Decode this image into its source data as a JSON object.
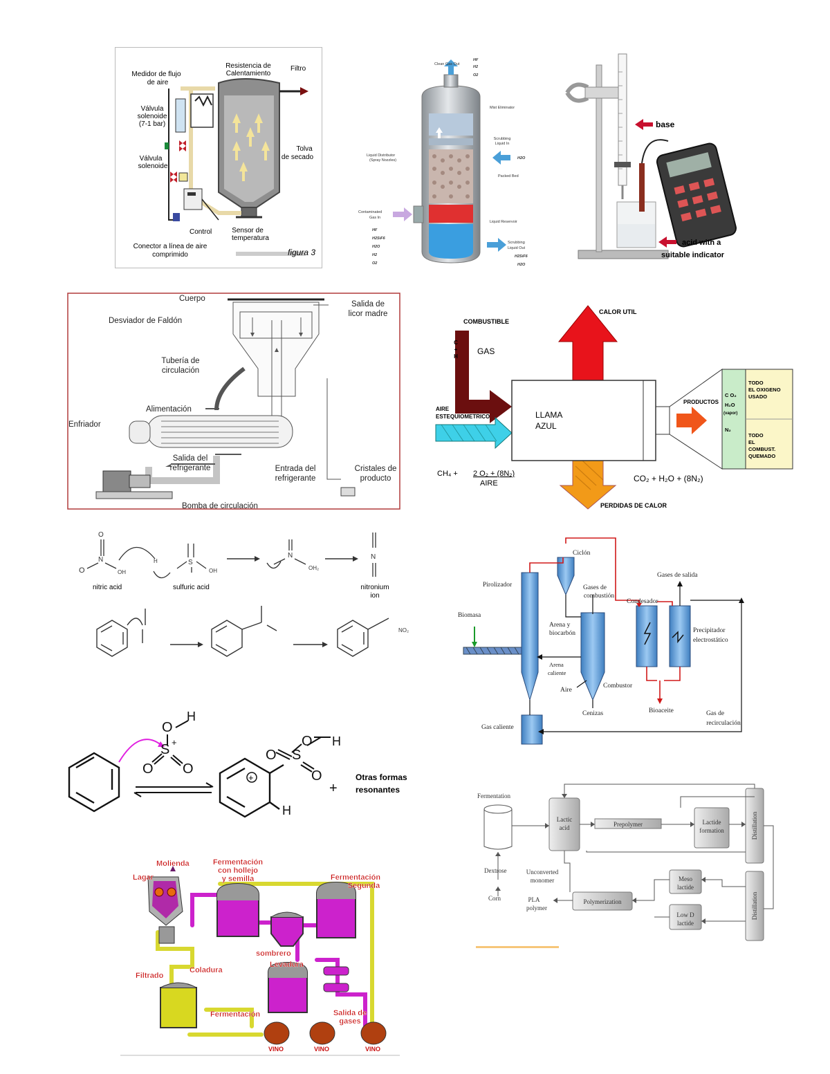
{
  "dryer": {
    "labels": {
      "flow": [
        "Medidor de flujo",
        "de aire"
      ],
      "heater": [
        "Resistencia de",
        "Calentamiento"
      ],
      "filter": "Filtro",
      "valve1": [
        "Válvula",
        "solenoide",
        "(7-1 bar)"
      ],
      "valve2": [
        "Válvula",
        "solenoide"
      ],
      "hopper": [
        "Tolva",
        "de secado"
      ],
      "control": "Control",
      "sensor": [
        "Sensor de",
        "temperatura"
      ],
      "connector": [
        "Conector a línea de aire",
        "comprimido"
      ],
      "figure": "figura 3"
    }
  },
  "scrubber": {
    "labels": {
      "clean_gas": "Clean Gas Out",
      "gases_top": [
        "HF",
        "H2",
        "O2"
      ],
      "mist": "Mist Eliminator",
      "scrub_in": [
        "Scrubbing",
        "Liquid In"
      ],
      "h2o_in": "H2O",
      "distributor": [
        "Liquid Distributor",
        "(Spray Nozzles)"
      ],
      "packed": "Packed Bed",
      "contaminated": [
        "Contaminated",
        "Gas In"
      ],
      "gases_in": [
        "HF",
        "H2SiF6",
        "H2O",
        "H2",
        "O2"
      ],
      "reservoir": "Liquid Reservoir",
      "scrub_out": [
        "Scrubbing",
        "Liquid Out"
      ],
      "gases_out": [
        "H2SiF6",
        "H2O"
      ]
    }
  },
  "titration": {
    "labels": {
      "base": "base",
      "acid": [
        "acid with a",
        "suitable indicator"
      ]
    }
  },
  "crystallizer": {
    "labels": {
      "cuerpo": "Cuerpo",
      "salida_licor": [
        "Salida de",
        "licor madre"
      ],
      "desviador": "Desviador de Faldón",
      "tuberia": [
        "Tubería de",
        "circulación"
      ],
      "alimentacion": "Alimentación",
      "enfriador": "Enfriador",
      "salida_ref": [
        "Salida del",
        "refrigerante"
      ],
      "entrada_ref": [
        "Entrada del",
        "refrigerante"
      ],
      "cristales": [
        "Cristales de",
        "producto"
      ],
      "bomba": "Bomba de circulación"
    }
  },
  "combustion": {
    "labels": {
      "combustible": "COMBUSTIBLE",
      "ch": [
        "C",
        "+",
        "H"
      ],
      "gas": "GAS",
      "calor_util": "CALOR UTIL",
      "aire": [
        "AIRE",
        "ESTEQUIOMETRICO"
      ],
      "llama": [
        "LLAMA",
        "AZUL"
      ],
      "productos": "PRODUCTOS",
      "species": [
        "C O₂",
        "H₂O",
        "(vapor)",
        "N₂"
      ],
      "todo1": [
        "TODO",
        "EL OXIGENO",
        "USADO"
      ],
      "todo2": [
        "TODO",
        "EL",
        "COMBUST.",
        "QUEMADO"
      ],
      "eq_left": "CH₄  +",
      "eq_mid": "2 O₂ + (8N₂)",
      "eq_aire": "AIRE",
      "eq_right": "CO₂ + H₂O + (8N₂)",
      "perdidas": "PERDIDAS DE CALOR"
    }
  },
  "nitration": {
    "labels": {
      "nitric": "nitric acid",
      "sulfuric": "sulfuric acid",
      "nitronium": [
        "nitronium",
        "ion"
      ],
      "oh": "OH",
      "oh2": "OH₂",
      "no2": "NO₂",
      "n": "N",
      "o": "O",
      "s": "S",
      "h": "H"
    }
  },
  "pyrolysis": {
    "labels": {
      "ciclon": "Ciclón",
      "pirolizador": "Pirolizador",
      "gases_comb": [
        "Gases de",
        "combustión"
      ],
      "gases_salida": "Gases de salida",
      "condensador": "Condesador",
      "biomasa": "Biomasa",
      "arena_bio": [
        "Arena y",
        "biocarbón"
      ],
      "precipitador": [
        "Precipitador",
        "electrostático"
      ],
      "arena_cal": [
        "Arena",
        "caliente"
      ],
      "aire": "Aire",
      "combustor": "Combustor",
      "cenizas": "Cenizas",
      "bioaceite": "Bioaceite",
      "gas_recirc": [
        "Gas de",
        "recirculación"
      ],
      "gas_caliente": "Gas caliente"
    }
  },
  "sulfonation": {
    "labels": {
      "o": "O",
      "h": "H",
      "s": "S",
      "plus": "+",
      "otras": [
        "Otras formas",
        "resonantes"
      ]
    }
  },
  "pla": {
    "labels": {
      "fermentation": "Fermentation",
      "lactic": [
        "Lactic",
        "acid"
      ],
      "prepolymer": "Prepolymer",
      "lactide": [
        "Lactide",
        "formation"
      ],
      "distillation": "Distillation",
      "dextrose": "Dextrose",
      "corn": "Corn",
      "unconverted": [
        "Unconverted",
        "monomer"
      ],
      "pla": [
        "PLA",
        "polymer"
      ],
      "polymerization": "Polymerization",
      "meso": [
        "Meso",
        "lactide"
      ],
      "lowd": [
        "Low D",
        "lactide"
      ]
    }
  },
  "winery": {
    "labels": {
      "molienda": "Molienda",
      "ferm_hollejo": [
        "Fermentación",
        "con hollejo",
        "y semilla"
      ],
      "lagar": "Lagar",
      "ferm_segunda": [
        "Fermentación",
        "Segunda"
      ],
      "sombrero": "sombrero",
      "levadura": "Levadura",
      "filtrado": "Filtrado",
      "coladura": "Coladura",
      "fermentacion": "Fermentación",
      "salida_gases": [
        "Salida de",
        "gases"
      ],
      "vino": "VINO"
    }
  }
}
